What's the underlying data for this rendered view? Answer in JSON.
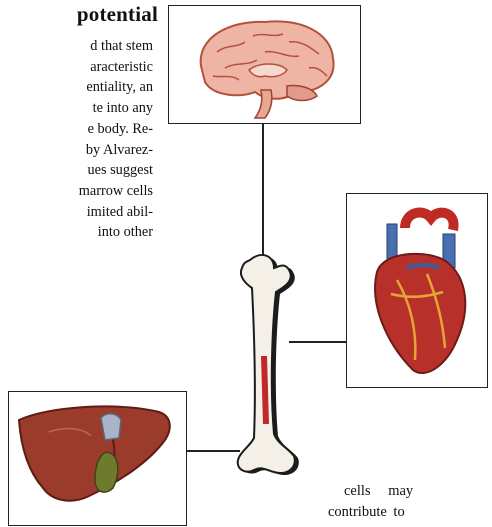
{
  "section": {
    "heading": "potential",
    "paragraph_lines": [
      "d that stem",
      "aracteristic",
      "entiality, an",
      "te into any",
      "e body. Re-",
      "by Alvarez-",
      "ues suggest",
      "marrow cells",
      "imited abil-",
      "into other"
    ],
    "continuation_lines": [
      "cells may",
      "contribute to"
    ]
  },
  "figure": {
    "panels": [
      {
        "icon": "brain-icon"
      },
      {
        "icon": "heart-icon"
      },
      {
        "icon": "liver-icon"
      }
    ],
    "center_icon": "femur-bone-icon",
    "colors": {
      "frame": "#222222",
      "bone": "#f4f0e8",
      "marrow": "#c0282a",
      "brain": "#e8a89a",
      "heart": "#b8302a",
      "liver": "#9a3b2c"
    }
  }
}
